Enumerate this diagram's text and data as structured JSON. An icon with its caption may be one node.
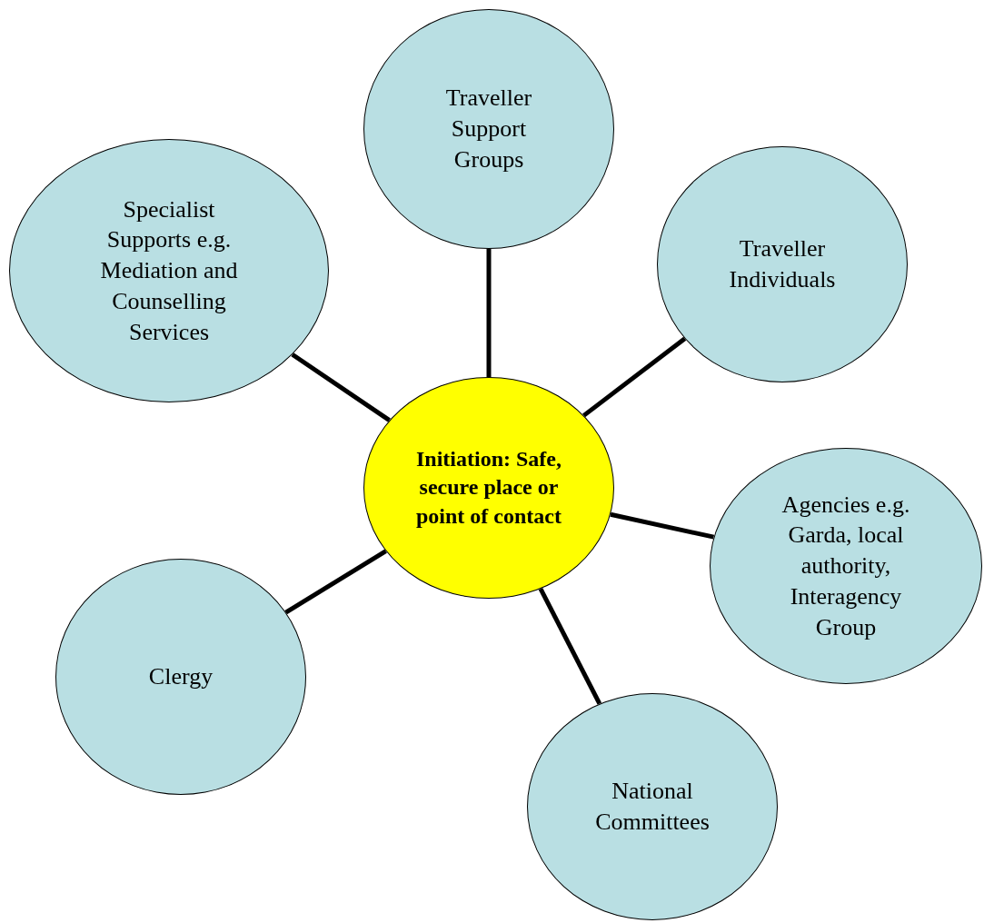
{
  "diagram": {
    "nodes": [
      {
        "text": [
          "Initiation: Safe, secure place or point of contact"
        ]
      },
      {
        "text": [
          "Traveller Support Groups"
        ]
      },
      {
        "text": [
          "Specialist Supports e.g. Mediation and Counselling Services"
        ]
      },
      {
        "text": [
          "Traveller Individuals"
        ]
      },
      {
        "text": [
          "Agencies e.g. Garda, local authority, Interagency Group"
        ]
      },
      {
        "text": [
          "Clergy"
        ]
      },
      {
        "text": [
          "National Committees"
        ]
      }
    ],
    "edges": [
      {
        "from": 0,
        "to": 1,
        "arrow": "none"
      },
      {
        "from": 0,
        "to": 2,
        "arrow": "none"
      },
      {
        "from": 0,
        "to": 3,
        "arrow": "none"
      },
      {
        "from": 0,
        "to": 4,
        "arrow": "none"
      },
      {
        "from": 0,
        "to": 5,
        "arrow": "none"
      },
      {
        "from": 0,
        "to": 6,
        "arrow": "none"
      }
    ]
  }
}
